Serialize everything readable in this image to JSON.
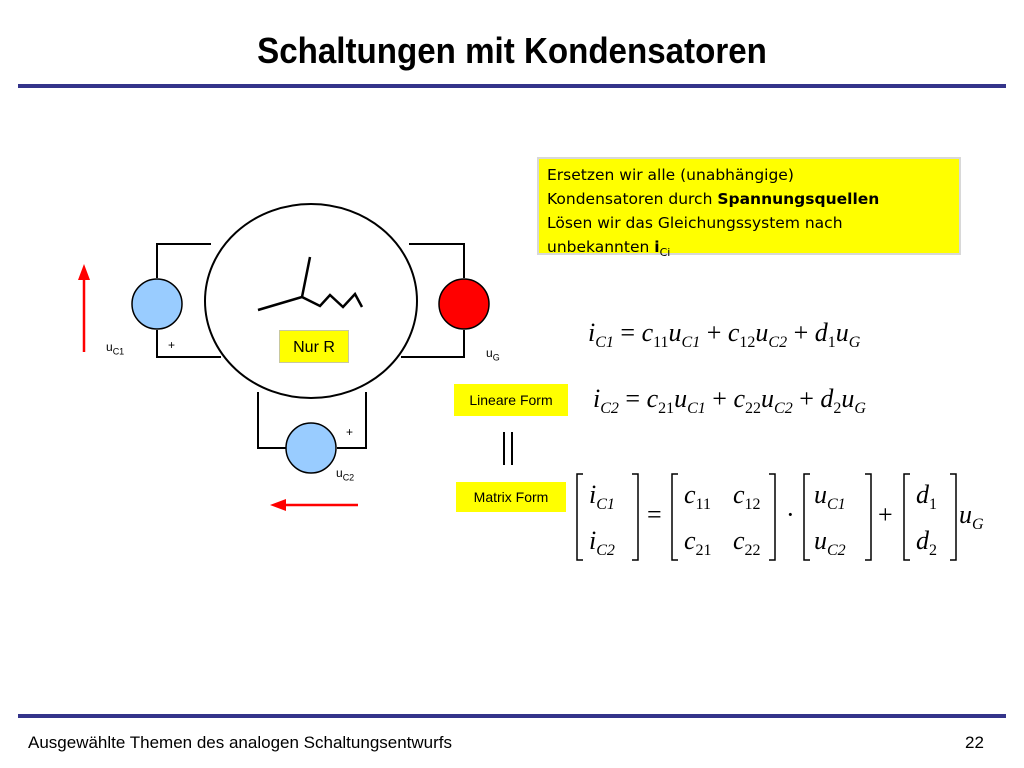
{
  "title": "Schaltungen mit Kondensatoren",
  "note": {
    "line1": "Ersetzen wir alle (unabhängige)",
    "line2_prefix": "Kondensatoren durch ",
    "line2_bold": "Spannungsquellen",
    "line3": "Lösen wir das Gleichungssystem nach",
    "line4_prefix": "unbekannten ",
    "line4_bold": "i",
    "line4_sub": "Ci"
  },
  "circuit": {
    "nur_r": "Nur R",
    "u_c1": "u",
    "u_c1_sub": "C1",
    "u_g": "u",
    "u_g_sub": "G",
    "u_c2": "u",
    "u_c2_sub": "C2",
    "plus": "+"
  },
  "labels": {
    "lineare_form": "Lineare Form",
    "matrix_form": "Matrix Form",
    "equivalence": "||"
  },
  "equations": {
    "eq1": "i_C1 = c_11 u_C1 + c_12 u_C2 + d_1 u_G",
    "eq2": "i_C2 = c_21 u_C1 + c_22 u_C2 + d_2 u_G"
  },
  "colors": {
    "rule": "#34348a",
    "note_bg": "#ffff00",
    "source_blue": "#99ccff",
    "source_red": "#ff0000",
    "arrow_red": "#ff0000"
  },
  "footer": {
    "text": "Ausgewählte Themen des analogen Schaltungsentwurfs",
    "page": "22"
  }
}
